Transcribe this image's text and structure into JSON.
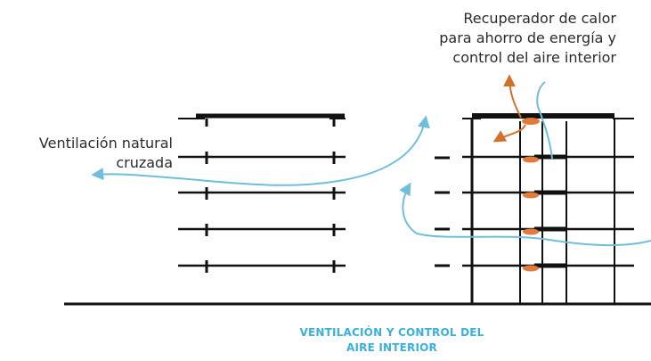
{
  "labels": {
    "recuperador": [
      "Recuperador de calor",
      "para ahorro de energía y",
      "control del aire interior"
    ],
    "ventilacion": [
      "Ventilación natural",
      "cruzada"
    ]
  },
  "caption": [
    "VENTILACIÓN Y CONTROL DEL",
    "AIRE INTERIOR"
  ],
  "colors": {
    "structure": "#111111",
    "air_flow": "#6fbfdc",
    "heat_flow": "#d4702a",
    "recuperator": "#e27a3c",
    "caption": "#3ab0dd"
  }
}
